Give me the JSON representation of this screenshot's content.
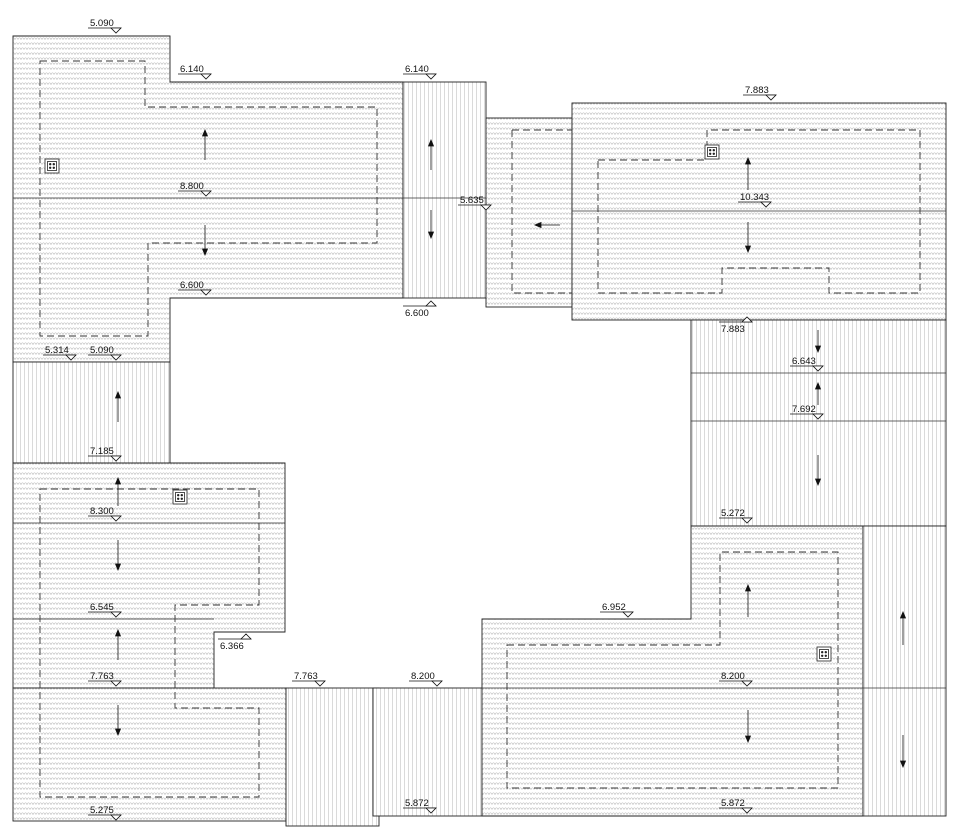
{
  "colors": {
    "line": "#222222",
    "hatch": "#b9b9b9",
    "background": "#ffffff"
  },
  "icons": {
    "drain": "roof-drain-icon",
    "slope": "slope-arrow-icon",
    "level": "level-marker-icon"
  },
  "levels": [
    {
      "id": "lvl-1",
      "text": "5.090"
    },
    {
      "id": "lvl-2",
      "text": "6.140"
    },
    {
      "id": "lvl-3",
      "text": "6.140"
    },
    {
      "id": "lvl-4",
      "text": "8.800"
    },
    {
      "id": "lvl-5",
      "text": "6.600"
    },
    {
      "id": "lvl-6",
      "text": "6.600"
    },
    {
      "id": "lvl-7",
      "text": "5.635"
    },
    {
      "id": "lvl-8",
      "text": "7.883"
    },
    {
      "id": "lvl-9",
      "text": "10.343"
    },
    {
      "id": "lvl-10",
      "text": "7.883"
    },
    {
      "id": "lvl-11",
      "text": "5.314"
    },
    {
      "id": "lvl-12",
      "text": "5.090"
    },
    {
      "id": "lvl-13",
      "text": "6.643"
    },
    {
      "id": "lvl-14",
      "text": "7.692"
    },
    {
      "id": "lvl-15",
      "text": "7.185"
    },
    {
      "id": "lvl-16",
      "text": "8.300"
    },
    {
      "id": "lvl-17",
      "text": "5.272"
    },
    {
      "id": "lvl-18",
      "text": "6.545"
    },
    {
      "id": "lvl-19",
      "text": "6.366"
    },
    {
      "id": "lvl-20",
      "text": "6.952"
    },
    {
      "id": "lvl-21",
      "text": "7.763"
    },
    {
      "id": "lvl-22",
      "text": "7.763"
    },
    {
      "id": "lvl-23",
      "text": "8.200"
    },
    {
      "id": "lvl-24",
      "text": "8.200"
    },
    {
      "id": "lvl-25",
      "text": "5.275"
    },
    {
      "id": "lvl-26",
      "text": "5.872"
    },
    {
      "id": "lvl-27",
      "text": "5.872"
    }
  ]
}
